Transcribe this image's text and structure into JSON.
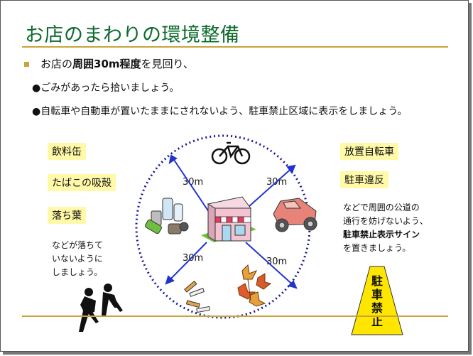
{
  "title": "お店のまわりの環境整備",
  "intro": {
    "prefix": "お店の",
    "emphasis": "周囲30m程度",
    "suffix": "を見回り、"
  },
  "sub_points": [
    "●ごみがあったら拾いましょう。",
    "●自転車や自動車が置いたままにされないよう、駐車禁止区域に表示をしましょう。"
  ],
  "left_labels": [
    "飲料缶",
    "たばこの吸殻",
    "落ち葉"
  ],
  "left_note": [
    "などが落ちて",
    "いないように",
    "しましょう。"
  ],
  "right_labels": [
    "放置自転車",
    "駐車違反"
  ],
  "right_note": {
    "line1": "などで周囲の公道の",
    "line2": "通行を妨げないよう、",
    "line3_bold": "駐車禁止表示サイン",
    "line4": "を置きましょう。"
  },
  "distances": [
    "30m",
    "30m",
    "30m",
    "30m"
  ],
  "sign_text": "駐車禁止",
  "colors": {
    "title": "#0e6b2e",
    "accent_rule": "#c9a43b",
    "label_bg": "#fff9a8",
    "circle": "#1a1a9c",
    "arrow": "#2233cc",
    "sign": "#ffe600"
  }
}
